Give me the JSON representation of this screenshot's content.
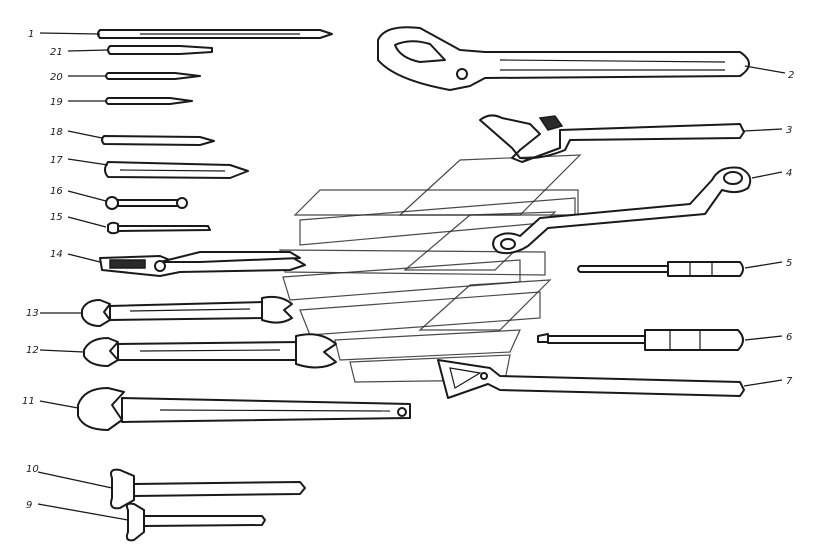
{
  "callouts": {
    "n1": "1",
    "n2": "2",
    "n3": "3",
    "n4": "4",
    "n5": "5",
    "n6": "6",
    "n7": "7",
    "n9": "9",
    "n10": "10",
    "n11": "11",
    "n12": "12",
    "n13": "13",
    "n14": "14",
    "n15": "15",
    "n16": "16",
    "n17": "17",
    "n18": "18",
    "n19": "19",
    "n20": "20",
    "n21": "21"
  },
  "colors": {
    "ink": "#1a1a1a",
    "paper": "#ffffff"
  }
}
